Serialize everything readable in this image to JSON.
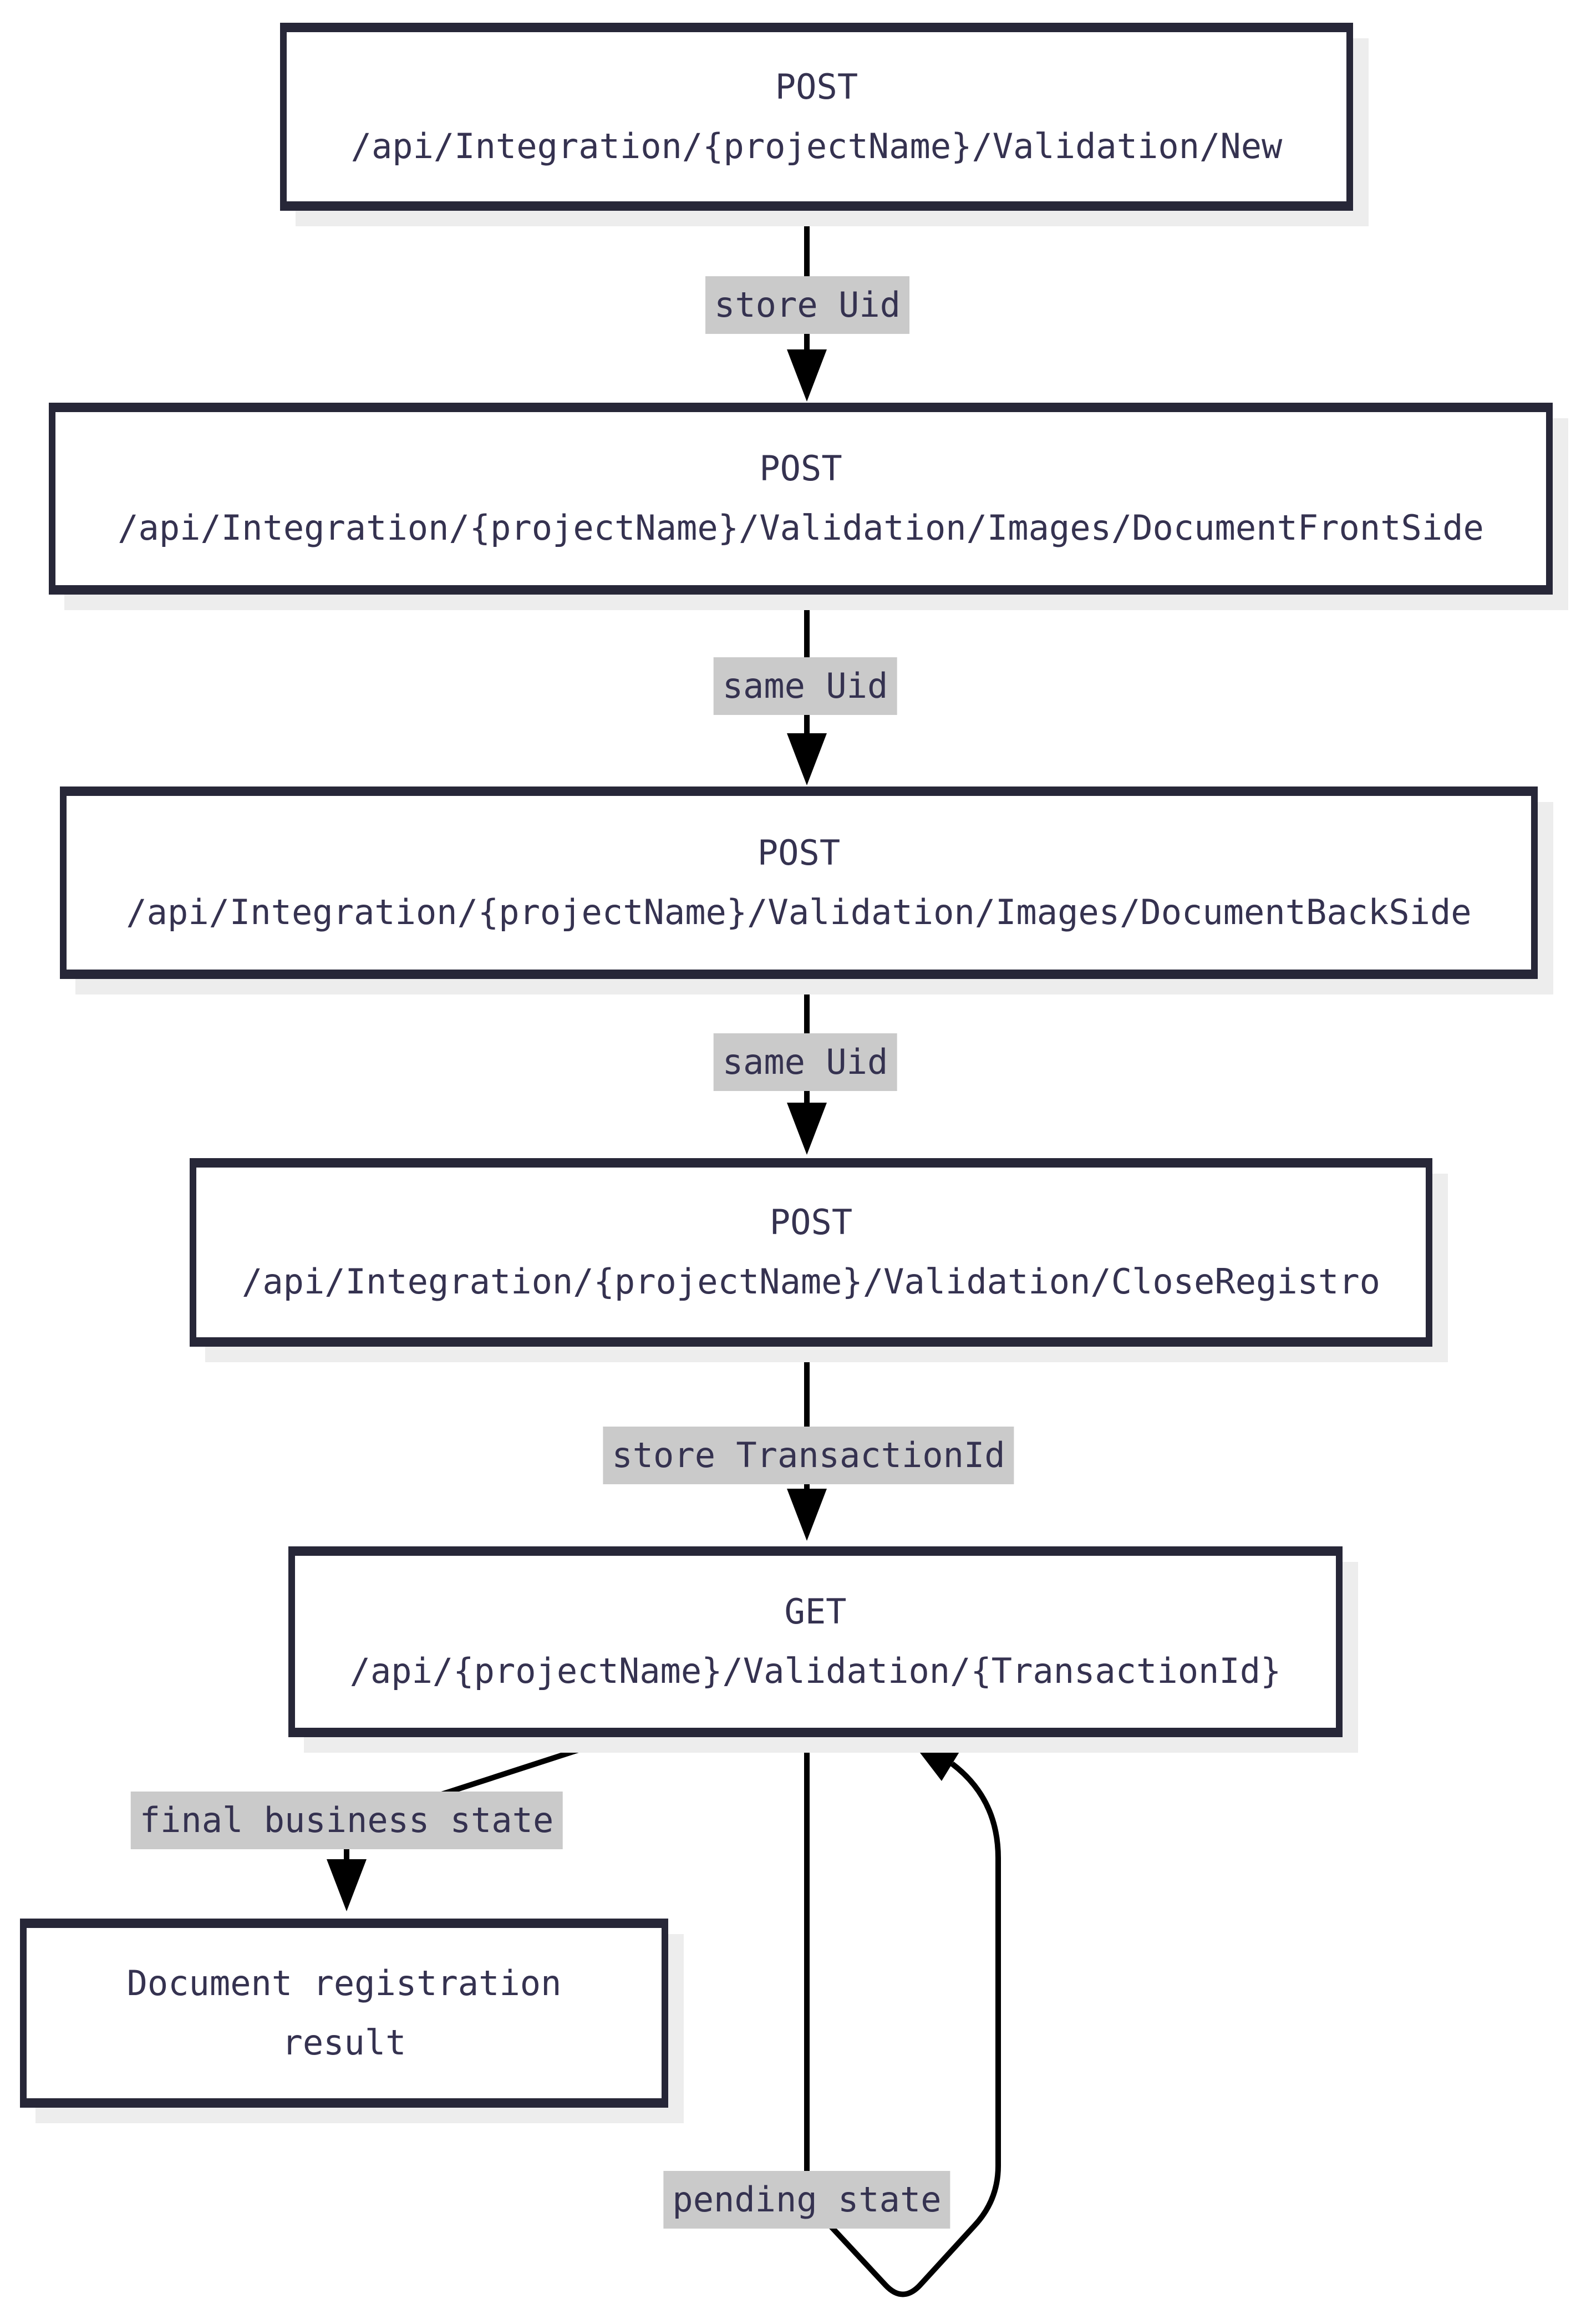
{
  "diagram": {
    "type": "flowchart",
    "direction": "top-down",
    "nodes": {
      "validation_new": {
        "method": "POST",
        "path": "/api/Integration/{projectName}/Validation/New"
      },
      "front_side": {
        "method": "POST",
        "path": "/api/Integration/{projectName}/Validation/Images/DocumentFrontSide"
      },
      "back_side": {
        "method": "POST",
        "path": "/api/Integration/{projectName}/Validation/Images/DocumentBackSide"
      },
      "close_registro": {
        "method": "POST",
        "path": "/api/Integration/{projectName}/Validation/CloseRegistro"
      },
      "get_validation": {
        "method": "GET",
        "path": "/api/{projectName}/Validation/{TransactionId}"
      },
      "result": {
        "line1": "Document registration",
        "line2": "result"
      }
    },
    "edge_labels": {
      "store_uid": "store Uid",
      "same_uid_1": "same Uid",
      "same_uid_2": "same Uid",
      "store_transaction_id": "store TransactionId",
      "final_business_state": "final business state",
      "pending_state": "pending state"
    },
    "edges": [
      {
        "from": "validation_new",
        "to": "front_side",
        "label": "store Uid"
      },
      {
        "from": "front_side",
        "to": "back_side",
        "label": "same Uid"
      },
      {
        "from": "back_side",
        "to": "close_registro",
        "label": "same Uid"
      },
      {
        "from": "close_registro",
        "to": "get_validation",
        "label": "store TransactionId"
      },
      {
        "from": "get_validation",
        "to": "result",
        "label": "final business state"
      },
      {
        "from": "get_validation",
        "to": "get_validation",
        "label": "pending state"
      }
    ]
  },
  "colors": {
    "background": "#ffffff",
    "node_border": "#272738",
    "node_fill": "#ffffff",
    "text": "#353250",
    "edge_label_background": "#cacaca",
    "arrow": "#000000",
    "node_shadow": "#ededed"
  }
}
